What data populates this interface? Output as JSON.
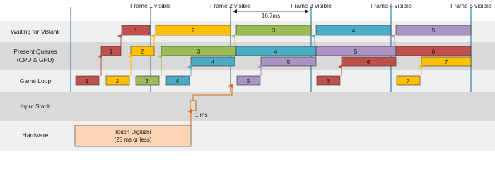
{
  "lanes": {
    "vblank": "Waiting for VBlank",
    "present_line1": "Present Queues",
    "present_line2": "(CPU & GPU)",
    "game_loop": "Game Loop",
    "input_stack": "Input Stack",
    "hardware": "Hardware"
  },
  "frame_labels": [
    "Frame 1 visible",
    "Frame 2 visible",
    "Frame 3 visible",
    "Frame 4 visible",
    "Frame 5 visible"
  ],
  "interval_label": "16.7ms",
  "input_latency_label": "1 ms",
  "digitizer": {
    "line1": "Touch Digitizer",
    "line2": "(25 ms or less)"
  },
  "colors": {
    "red": "#c0504d",
    "yellow": "#ffc000",
    "green": "#9bbb59",
    "blue": "#4bacc6",
    "purple": "#a994c4",
    "digitizer_fill": "#fcd5b4",
    "arrow_orange": "#e46c0a",
    "vsync_line": "#31849b",
    "lane_band": "#d9d9d9"
  },
  "boxes": {
    "vblank": [
      "1",
      "2",
      "3",
      "4",
      "5"
    ],
    "present_top": [
      "1",
      "2",
      "3",
      "4",
      "5",
      "6"
    ],
    "present_bottom": [
      "4",
      "5",
      "6",
      "7"
    ],
    "game_loop": [
      "1",
      "2",
      "3",
      "4",
      "5",
      "6",
      "7"
    ]
  }
}
